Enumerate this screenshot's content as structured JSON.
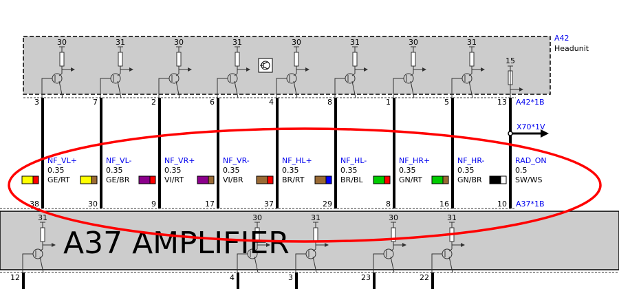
{
  "headunit": {
    "id": "A42",
    "name": "Headunit",
    "connector": "A42*1B"
  },
  "amplifier": {
    "name": "A37 AMPLIFIER",
    "connector": "A37*1B"
  },
  "headunit_outputs": [
    {
      "supply": "30",
      "pin": "3",
      "signal": "NF_VL+",
      "gauge": "0.35",
      "color_code": "GE/RT",
      "colors": [
        "#ffff00",
        "#ff0000"
      ],
      "amp_pin": "38"
    },
    {
      "supply": "31",
      "pin": "7",
      "signal": "NF_VL-",
      "gauge": "0.35",
      "color_code": "GE/BR",
      "colors": [
        "#ffff00",
        "#9a6a34"
      ],
      "amp_pin": "30"
    },
    {
      "supply": "30",
      "pin": "2",
      "signal": "NF_VR+",
      "gauge": "0.35",
      "color_code": "VI/RT",
      "colors": [
        "#8b008b",
        "#ff0000"
      ],
      "amp_pin": "9"
    },
    {
      "supply": "31",
      "pin": "6",
      "signal": "NF_VR-",
      "gauge": "0.35",
      "color_code": "VI/BR",
      "colors": [
        "#8b008b",
        "#9a6a34"
      ],
      "amp_pin": "17"
    },
    {
      "supply": "30",
      "pin": "4",
      "signal": "NF_HL+",
      "gauge": "0.35",
      "color_code": "BR/RT",
      "colors": [
        "#9a6a34",
        "#ff0000"
      ],
      "amp_pin": "37"
    },
    {
      "supply": "31",
      "pin": "8",
      "signal": "NF_HL-",
      "gauge": "0.35",
      "color_code": "BR/BL",
      "colors": [
        "#9a6a34",
        "#0000ff"
      ],
      "amp_pin": "29"
    },
    {
      "supply": "30",
      "pin": "1",
      "signal": "NF_HR+",
      "gauge": "0.35",
      "color_code": "GN/RT",
      "colors": [
        "#00cc00",
        "#ff0000"
      ],
      "amp_pin": "8"
    },
    {
      "supply": "31",
      "pin": "5",
      "signal": "NF_HR-",
      "gauge": "0.35",
      "color_code": "GN/BR",
      "colors": [
        "#00cc00",
        "#9a6a34"
      ],
      "amp_pin": "16"
    },
    {
      "supply": "15",
      "pin": "13",
      "signal": "RAD_ON",
      "gauge": "0.5",
      "color_code": "SW/WS",
      "colors": [
        "#000000",
        "#ffffff"
      ],
      "amp_pin": "10"
    }
  ],
  "rad_on_branch": "X70*1V",
  "amplifier_supplies": [
    "31",
    "30",
    "31",
    "30",
    "31"
  ],
  "amplifier_bottom_pins": [
    "12",
    "4",
    "3",
    "23",
    "22"
  ],
  "highlight_color": "#ff0000",
  "signal_label_color": "#0000ee"
}
